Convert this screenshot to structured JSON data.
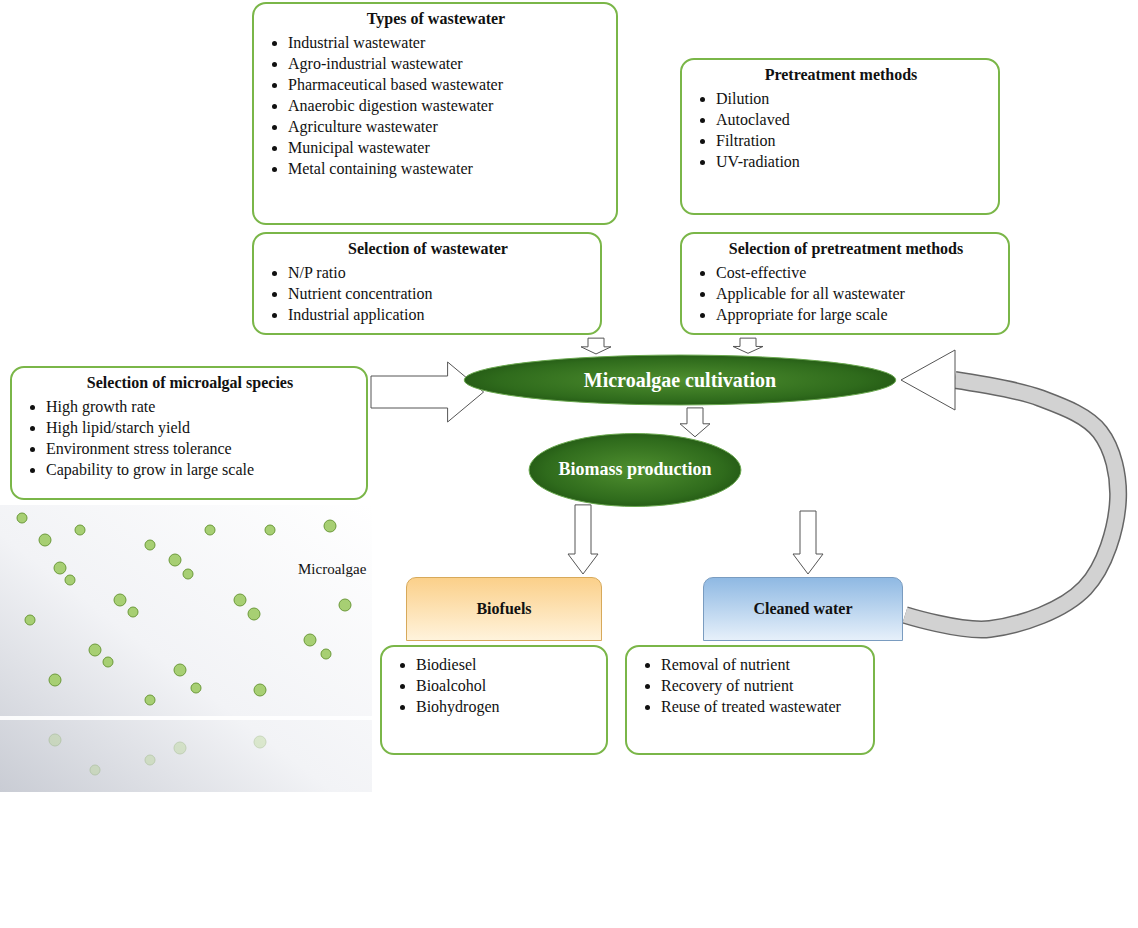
{
  "diagram": {
    "nodes": [
      {
        "text": [
          "Types of wastewater",
          "Industrial wastewater",
          "Agro-industrial wastewater",
          "Pharmaceutical based wastewater",
          "Anaerobic digestion wastewater",
          "Agriculture wastewater",
          "Municipal wastewater",
          "Metal containing wastewater"
        ]
      },
      {
        "text": [
          "Pretreatment methods",
          "Dilution",
          "Autoclaved",
          "Filtration",
          "UV-radiation"
        ]
      },
      {
        "text": [
          "Selection of wastewater",
          "N/P ratio",
          "Nutrient concentration",
          "Industrial application"
        ]
      },
      {
        "text": [
          "Selection of pretreatment methods",
          "Cost-effective",
          "Applicable for all wastewater",
          "Appropriate for large scale"
        ]
      },
      {
        "text": [
          "Selection of microalgal species",
          "High growth rate",
          "High lipid/starch yield",
          "Environment stress tolerance",
          "Capability to grow in large scale"
        ]
      },
      {
        "text": [
          "Microalgae cultivation"
        ]
      },
      {
        "text": [
          "Biomass production"
        ]
      },
      {
        "text": [
          "Biofuels"
        ]
      },
      {
        "text": [
          "Cleaned water"
        ]
      },
      {
        "text": [
          "Biodiesel",
          "Bioalcohol",
          "Biohydrogen"
        ]
      },
      {
        "text": [
          "Removal of nutrient",
          "Recovery of nutrient",
          "Reuse of treated wastewater"
        ]
      }
    ],
    "edges": [
      {
        "from": 2,
        "to": 5,
        "arrow": "to"
      },
      {
        "from": 3,
        "to": 5,
        "arrow": "to"
      },
      {
        "from": 4,
        "to": 5,
        "arrow": "to"
      },
      {
        "from": 5,
        "to": 6,
        "arrow": "to"
      },
      {
        "from": 6,
        "to": 7,
        "arrow": "to"
      },
      {
        "from": 6,
        "to": 8,
        "arrow": "to"
      },
      {
        "from": 8,
        "to": 5,
        "arrow": "to"
      }
    ],
    "labels": [
      "Microalgae"
    ]
  }
}
